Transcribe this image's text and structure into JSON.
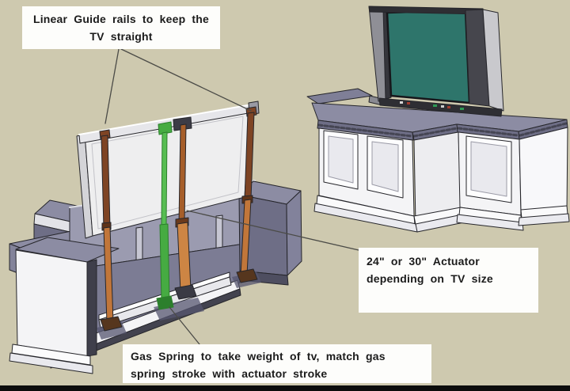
{
  "labels": {
    "linear_guide": {
      "line1": "Linear Guide rails to keep the",
      "line2": "TV straight"
    },
    "actuator": {
      "line1": "24\" or 30\" Actuator",
      "line2": "depending on TV size"
    },
    "gas_spring": {
      "line1": "Gas Spring to take weight of tv, match gas",
      "line2": "spring stroke with actuator stroke"
    }
  },
  "diagram": {
    "type": "sketchup-style TV lift cabinet concept drawing",
    "views": [
      {
        "name": "exploded-mechanism-view",
        "parts": [
          "linear-guide-rail-left",
          "linear-guide-rail-right",
          "actuator",
          "gas-spring",
          "tv-back-panel",
          "open-cabinet",
          "mounting-rail"
        ]
      },
      {
        "name": "assembled-cabinet-view",
        "parts": [
          "tv-raised",
          "tv-screen",
          "cabinet-top",
          "cabinet-doors",
          "base-molding"
        ]
      }
    ]
  },
  "colors": {
    "bg": "#cec9af",
    "label-bg": "#fdfdfb",
    "label-text": "#1b1b1b",
    "outline": "#26262b",
    "leader": "#4b4b47",
    "cab-top": "#8c8ca3",
    "cab-top-dark": "#6e6e86",
    "cab-face": "#f4f4f6",
    "cab-shade": "#e2e2e7",
    "interior-wall": "#9b9bb0",
    "interior-floor": "#7c7c94",
    "panel-white": "#eeeeef",
    "panel-edge": "#d4d4d8",
    "rail-orange": "#c1763a",
    "rail-dark": "#7e4424",
    "spring-green": "#46ab42",
    "spring-dark": "#2c7f2c",
    "screen-teal": "#2e756b",
    "bezel-dark": "#2e2e33",
    "bezel-gray": "#8f8f96",
    "bezel-light": "#c9c9cd",
    "bottom-bar": "#0c0c0c"
  }
}
